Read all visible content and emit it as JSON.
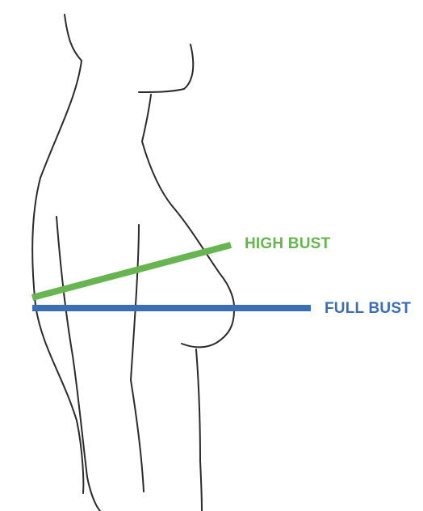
{
  "measurements": {
    "high_bust": {
      "label": "HIGH BUST",
      "color": "#66b550"
    },
    "full_bust": {
      "label": "FULL BUST",
      "color": "#3a6fb4"
    }
  },
  "figure": {
    "outline_color": "#2b2b2b",
    "view": "side"
  }
}
